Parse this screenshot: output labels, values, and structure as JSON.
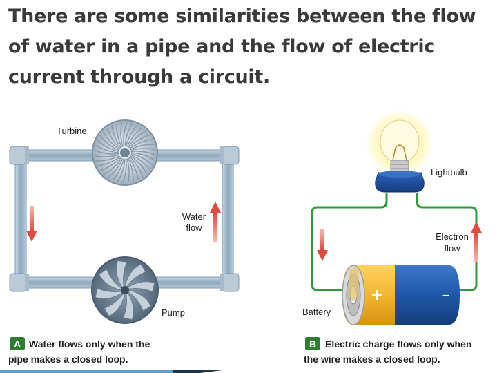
{
  "title": "There are some similarities between the flow of water in a pipe and the flow of electric current through a circuit.",
  "water_diagram": {
    "turbine_label": "Turbine",
    "flow_label_line1": "Water",
    "flow_label_line2": "flow",
    "pump_label": "Pump",
    "caption_letter": "A",
    "caption_line1": "Water flows only when the",
    "caption_line2": "pipe makes a closed loop."
  },
  "circuit_diagram": {
    "lightbulb_label": "Lightbulb",
    "flow_label_line1": "Electron",
    "flow_label_line2": "flow",
    "battery_label": "Battery",
    "plus_sign": "+",
    "minus_sign": "–",
    "caption_letter": "B",
    "caption_line1": "Electric charge flows only when",
    "caption_line2": "the wire makes a closed loop."
  },
  "colors": {
    "pipe": "#9fb7c9",
    "arrow": "#e04a3c",
    "wire": "#2e9a3e",
    "battery_blue": "#1f57a8",
    "battery_gold": "#f2b632",
    "badge": "#2e7d32"
  }
}
